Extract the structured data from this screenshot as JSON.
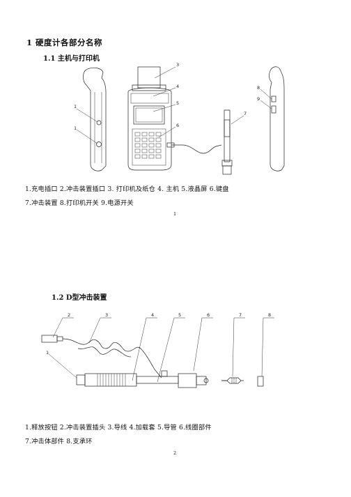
{
  "section1": {
    "heading": "1 硬度计各部分名称",
    "sub1": {
      "heading": "1.1 主机与打印机",
      "caption_line1": "1.充电插口  2.冲击装置插口  3. 打印机及纸仓  4. 主机  5.液晶屏  6.键盘",
      "caption_line2": "7.冲击装置  8.打印机开关  9.电源开关",
      "callouts": [
        "1",
        "1",
        "3",
        "4",
        "5",
        "6",
        "7",
        "8",
        "9"
      ]
    },
    "page1_number": "1"
  },
  "section2": {
    "heading": "1.2 D型冲击装置",
    "caption_line1": "1.释放按钮  2.冲击装置插头  3.导线  4.加载套  5.导管  6.线圈部件",
    "caption_line2": "7.冲击体部件  8.支承环",
    "callouts": [
      "2",
      "3",
      "4",
      "5",
      "6",
      "7",
      "8",
      "1"
    ],
    "page2_number": "2"
  }
}
